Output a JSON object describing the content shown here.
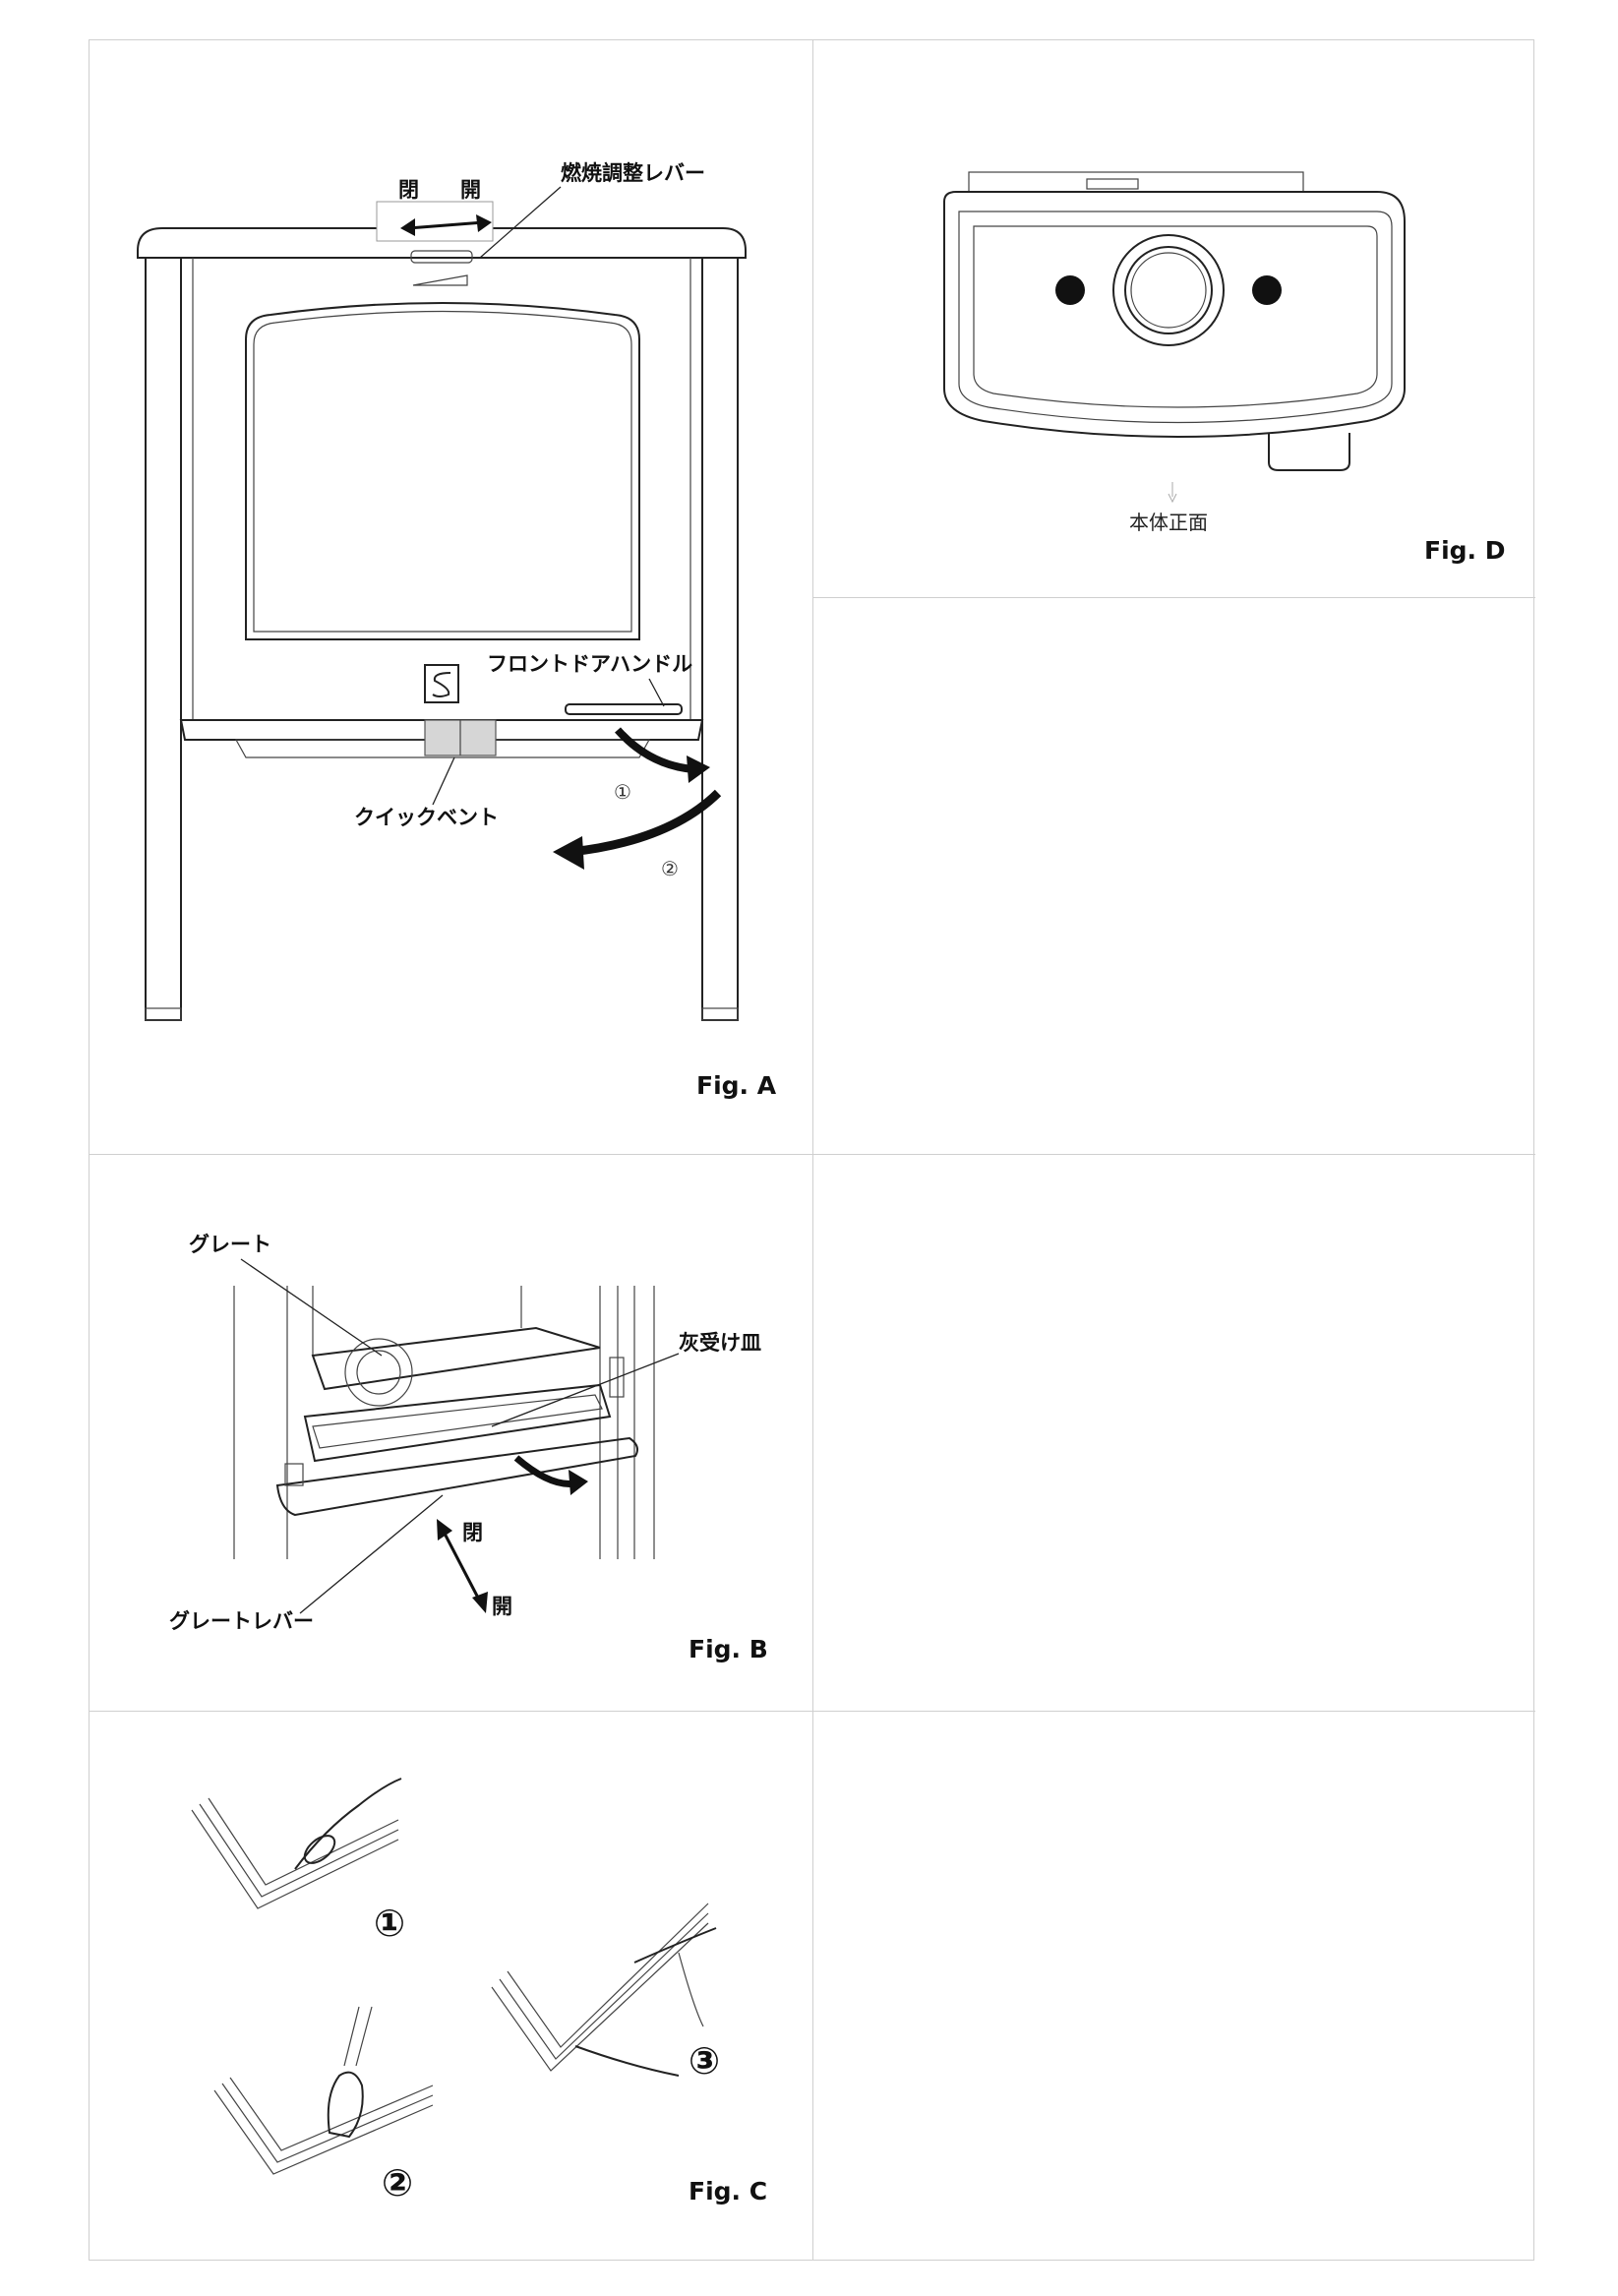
{
  "figures": {
    "fig_a": {
      "caption": "Fig. A",
      "labels": {
        "close": "閉",
        "open": "開",
        "combustion_lever": "燃焼調整レバー",
        "front_door_handle": "フロントドアハンドル",
        "quick_vent": "クイックベント",
        "step_1": "①",
        "step_2": "②"
      }
    },
    "fig_b": {
      "caption": "Fig. B",
      "labels": {
        "grate": "グレート",
        "ash_pan": "灰受け皿",
        "close": "閉",
        "open": "開",
        "grate_lever": "グレートレバー"
      }
    },
    "fig_c": {
      "caption": "Fig. C",
      "steps": [
        "①",
        "②",
        "③"
      ]
    },
    "fig_d": {
      "caption": "Fig. D",
      "labels": {
        "front_of_unit": "本体正面"
      }
    }
  }
}
